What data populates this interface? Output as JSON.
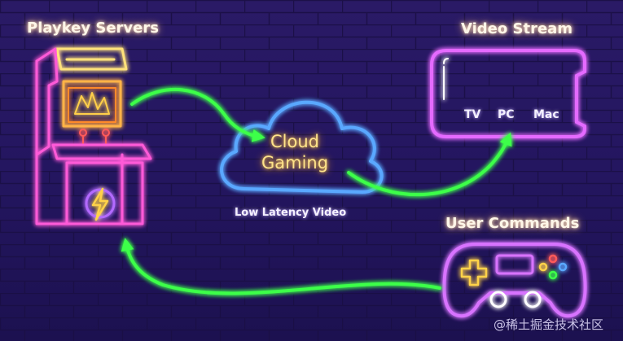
{
  "labels": {
    "servers_title": "Playkey Servers",
    "stream_title": "Video Stream",
    "cloud_line1": "Cloud",
    "cloud_line2": "Gaming",
    "latency": "Low Latency Video",
    "commands_title": "User Commands",
    "device_tv": "TV",
    "device_pc": "PC",
    "device_mac": "Mac"
  },
  "watermark": "@稀土掘金技术社区",
  "colors": {
    "background": "#241660",
    "arcade_neon": "#ff5ad8",
    "cloud_neon": "#5aa8ff",
    "arrow_neon": "#3cff4a",
    "screen_neon": "#e46bff",
    "controller_neon": "#d873ff"
  },
  "icons": {
    "arcade": "arcade-cabinet-icon",
    "cloud": "cloud-icon",
    "screen": "monitor-screen-icon",
    "controller": "gamepad-icon"
  }
}
